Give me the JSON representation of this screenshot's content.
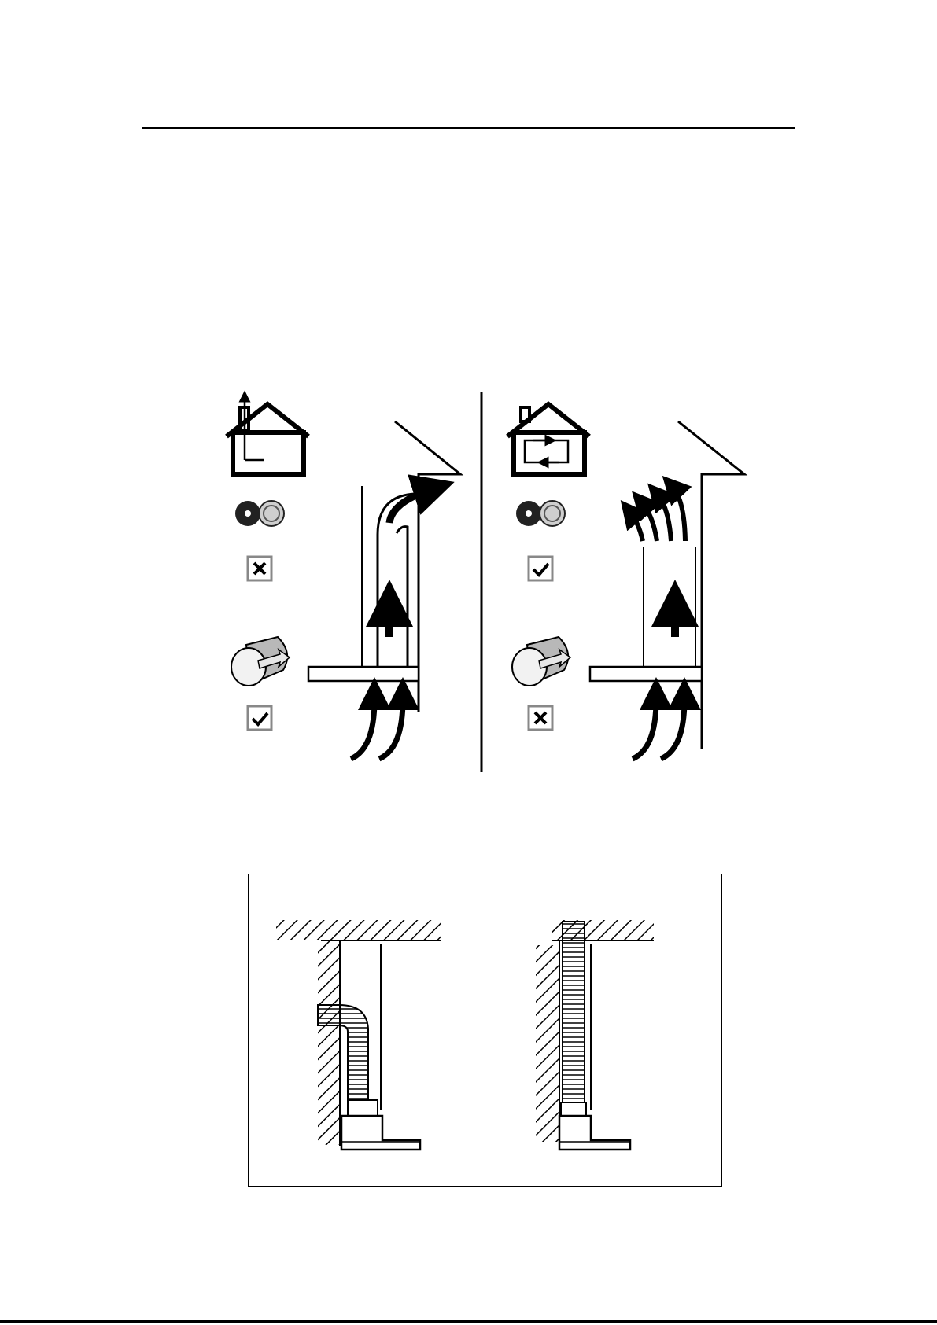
{
  "page": {
    "header_rule": true,
    "bottom_rule": true
  },
  "ventilation_modes": {
    "panels": [
      {
        "mode": "extraction",
        "house_icon": "house-extraction-icon",
        "carbon_filter_icon": "carbon-filter-icon",
        "carbon_filter_status": "cross",
        "duct_icon": "duct-hose-icon",
        "duct_status": "check"
      },
      {
        "mode": "recirculation",
        "house_icon": "house-recirculation-icon",
        "carbon_filter_icon": "carbon-filter-icon",
        "carbon_filter_status": "check",
        "duct_icon": "duct-hose-icon",
        "duct_status": "cross"
      }
    ]
  },
  "installation_examples": {
    "variants": [
      "bent-duct-to-wall",
      "straight-duct-to-ceiling"
    ]
  },
  "colors": {
    "ink": "#000000",
    "paper": "#ffffff",
    "checkbox_border": "#888888",
    "filter_grey": "#9a9a9a"
  }
}
